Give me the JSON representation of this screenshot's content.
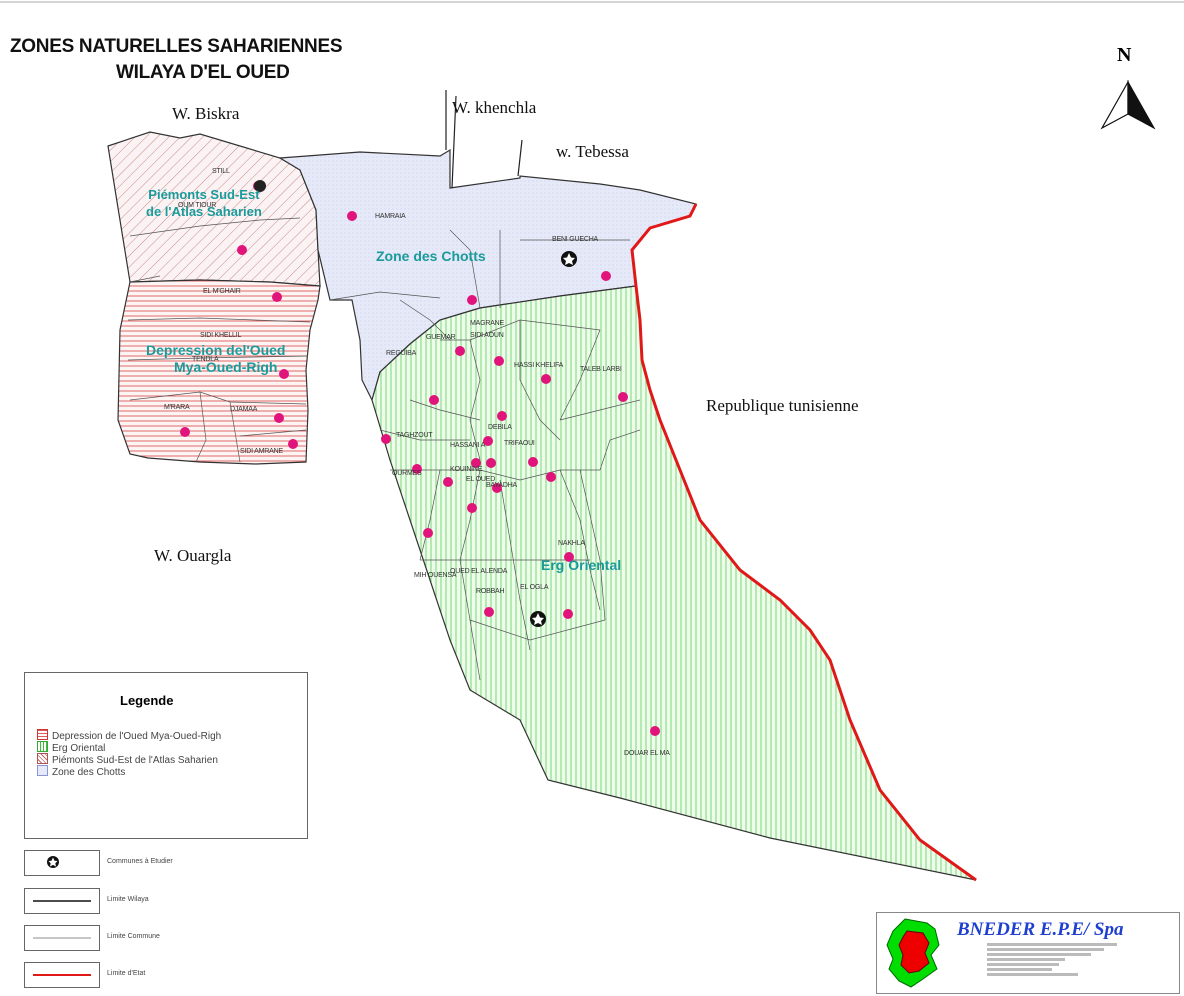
{
  "title": {
    "line1": "ZONES NATURELLES SAHARIENNES",
    "line2": "WILAYA D'EL OUED"
  },
  "north_label": "N",
  "regions": {
    "biskra": "W. Biskra",
    "khenchla": "W. khenchla",
    "tebessa": "w. Tebessa",
    "ouargla": "W. Ouargla",
    "tunisia": "Republique tunisienne"
  },
  "zones": {
    "piemonts_line1": "Piémonts Sud-Est",
    "piemonts_line2": "de l'Atlas Saharien",
    "chotts": "Zone des Chotts",
    "depression_line1": "Depression del'Oued",
    "depression_line2": "Mya-Oued-Righ",
    "erg": "Erg Oriental"
  },
  "places": {
    "still": "STILL",
    "oum_touyour": "OUM TIOUR",
    "hamraia": "HAMRAIA",
    "beni_guecha": "BENI GUECHA",
    "el_mghair": "EL M'GHAIR",
    "sidi_khelil": "SIDI KHELLIL",
    "tendla": "TENDLA",
    "mrara": "M'RARA",
    "djamaa": "DJAMAA",
    "sidi_amrane": "SIDI AMRANE",
    "magrane": "MAGRANE",
    "sidi_aoun": "SIDI AOUN",
    "guemar": "GUEMAR",
    "reguiba": "REGUIBA",
    "hassi_khelifa": "HASSI KHELIFA",
    "taleb_larbi": "TALEB LARBI",
    "debila": "DEBILA",
    "taghzout": "TAGHZOUT",
    "hassani": "HASSANI A",
    "ourmes": "OURMES",
    "kouinine": "KOUININE",
    "el_oued": "EL OUED",
    "bayadha": "BAYADHA",
    "trifaoui": "TRIFAOUI",
    "nakhla": "NAKHLA",
    "mih_ouensa": "MIH OUENSA",
    "oued_el_alenda": "OUED EL ALENDA",
    "robbah": "ROBBAH",
    "el_ogla": "EL OGLA",
    "douar_el_ma": "DOUAR EL MA"
  },
  "legend": {
    "title": "Legende",
    "items": [
      {
        "label": "Depression de l'Oued Mya-Oued-Righ",
        "color": "#e05a5a"
      },
      {
        "label": "Erg Oriental",
        "color": "#3cbf3c"
      },
      {
        "label": "Piémonts Sud-Est de l'Atlas Saharien",
        "color": "#c26a6a"
      },
      {
        "label": "Zone des Chotts",
        "color": "#8a94d8"
      }
    ]
  },
  "symbols": [
    {
      "label": "Communes à Etudier"
    },
    {
      "label": "Limite Wilaya"
    },
    {
      "label": "Limite Commune"
    },
    {
      "label": "Limite d'Etat"
    }
  ],
  "company": {
    "name": "BNEDER E.P.E/ Spa"
  },
  "colors": {
    "chotts_fill": "#e6e9f7",
    "erg_fill": "#e8fbe4",
    "erg_stripe": "#7cd67c",
    "depression_stripe": "#e36a6a",
    "piemonts_stripe": "#c98a8a",
    "point": "#e0147a",
    "state_border": "#e01818",
    "zone_label": "#1a9a9a"
  }
}
